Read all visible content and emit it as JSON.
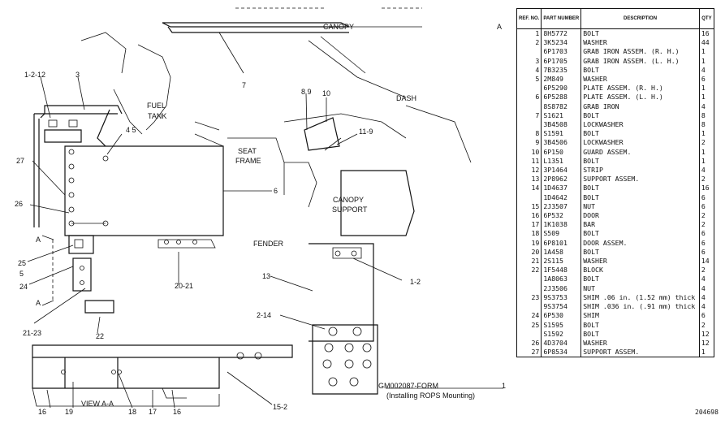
{
  "callouts": {
    "canopy": "CANOPY",
    "fuel_tank_1": "FUEL",
    "fuel_tank_2": "TANK",
    "dash": "DASH",
    "seat_frame_1": "SEAT",
    "seat_frame_2": "FRAME",
    "canopy_support_1": "CANOPY",
    "canopy_support_2": "SUPPORT",
    "fender": "FENDER",
    "view_aa": "VIEW A-A",
    "ref_1_2_12": "1-2-12",
    "ref_3": "3",
    "ref_7": "7",
    "ref_8_9": "8 9",
    "ref_10": "10",
    "ref_4_5": "4 5",
    "ref_11_9": "11-9",
    "ref_27": "27",
    "ref_6": "6",
    "ref_26": "26",
    "ref_a_top": "A",
    "ref_a_bottom": "A",
    "ref_a_canopy": "A",
    "ref_25": "25",
    "ref_5": "5",
    "ref_24": "24",
    "ref_20_21": "20-21",
    "ref_13": "13",
    "ref_1_2": "1-2",
    "ref_21_23": "21-23",
    "ref_22": "22",
    "ref_2_14": "2-14",
    "ref_16a": "16",
    "ref_19": "19",
    "ref_18": "18",
    "ref_17": "17",
    "ref_16b": "16",
    "ref_15_2": "15-2",
    "form_ref": "GM002087-FORM",
    "form_qty": "1",
    "form_note": "(Installing ROPS Mounting)"
  },
  "table": {
    "headers": {
      "ref": "REF. NO.",
      "part": "PART NUMBER",
      "desc": "DESCRIPTION",
      "qty": "QTY"
    },
    "rows": [
      {
        "ref": "1",
        "part": "8H5772",
        "desc": "BOLT",
        "qty": "16"
      },
      {
        "ref": "2",
        "part": "3K5234",
        "desc": "WASHER",
        "qty": "44"
      },
      {
        "ref": "",
        "part": "6P1703",
        "desc": "GRAB IRON ASSEM. (R. H.)",
        "qty": "1"
      },
      {
        "ref": "3",
        "part": "6P1705",
        "desc": "GRAB IRON ASSEM. (L. H.)",
        "qty": "1"
      },
      {
        "ref": "4",
        "part": "7B3235",
        "desc": "BOLT",
        "qty": "4"
      },
      {
        "ref": "5",
        "part": "2M849",
        "desc": "WASHER",
        "qty": "6"
      },
      {
        "ref": "",
        "part": "6P5290",
        "desc": "PLATE ASSEM. (R. H.)",
        "qty": "1"
      },
      {
        "ref": "6",
        "part": "6P5288",
        "desc": "PLATE ASSEM. (L. H.)",
        "qty": "1"
      },
      {
        "ref": "",
        "part": "8S8782",
        "desc": "GRAB IRON",
        "qty": "4"
      },
      {
        "ref": "7",
        "part": "S1621",
        "desc": "BOLT",
        "qty": "8"
      },
      {
        "ref": "",
        "part": "3B4508",
        "desc": "LOCKWASHER",
        "qty": "8"
      },
      {
        "ref": "8",
        "part": "S1591",
        "desc": "BOLT",
        "qty": "1"
      },
      {
        "ref": "9",
        "part": "3B4506",
        "desc": "LOCKWASHER",
        "qty": "2"
      },
      {
        "ref": "10",
        "part": "6P150",
        "desc": "GUARD ASSEM.",
        "qty": "1"
      },
      {
        "ref": "11",
        "part": "L1351",
        "desc": "BOLT",
        "qty": "1"
      },
      {
        "ref": "12",
        "part": "3P1464",
        "desc": "STRIP",
        "qty": "4"
      },
      {
        "ref": "13",
        "part": "2P8962",
        "desc": "SUPPORT ASSEM.",
        "qty": "2"
      },
      {
        "ref": "14",
        "part": "1D4637",
        "desc": "BOLT",
        "qty": "16"
      },
      {
        "ref": "",
        "part": "1D4642",
        "desc": "BOLT",
        "qty": "6"
      },
      {
        "ref": "15",
        "part": "2J3507",
        "desc": "NUT",
        "qty": "6"
      },
      {
        "ref": "16",
        "part": "6P532",
        "desc": "DOOR",
        "qty": "2"
      },
      {
        "ref": "17",
        "part": "1K1038",
        "desc": "BAR",
        "qty": "2"
      },
      {
        "ref": "18",
        "part": "S509",
        "desc": "BOLT",
        "qty": "6"
      },
      {
        "ref": "19",
        "part": "6P8101",
        "desc": "DOOR ASSEM.",
        "qty": "6"
      },
      {
        "ref": "20",
        "part": "1A458",
        "desc": "BOLT",
        "qty": "6"
      },
      {
        "ref": "21",
        "part": "2S115",
        "desc": "WASHER",
        "qty": "14"
      },
      {
        "ref": "22",
        "part": "1F5448",
        "desc": "BLOCK",
        "qty": "2"
      },
      {
        "ref": "",
        "part": "1A8063",
        "desc": "BOLT",
        "qty": "4"
      },
      {
        "ref": "",
        "part": "2J3506",
        "desc": "NUT",
        "qty": "4"
      },
      {
        "ref": "23",
        "part": "9S3753",
        "desc": "SHIM .06 in. (1.52 mm) thick",
        "qty": "4"
      },
      {
        "ref": "",
        "part": "9S3754",
        "desc": "SHIM .036 in. (.91 mm) thick",
        "qty": "4"
      },
      {
        "ref": "24",
        "part": "6P530",
        "desc": "SHIM",
        "qty": "6"
      },
      {
        "ref": "25",
        "part": "S1595",
        "desc": "BOLT",
        "qty": "2"
      },
      {
        "ref": "",
        "part": "S1592",
        "desc": "BOLT",
        "qty": "12"
      },
      {
        "ref": "26",
        "part": "4D3704",
        "desc": "WASHER",
        "qty": "12"
      },
      {
        "ref": "27",
        "part": "6P8534",
        "desc": "SUPPORT ASSEM.",
        "qty": "1"
      }
    ]
  },
  "page_ref": "204698"
}
